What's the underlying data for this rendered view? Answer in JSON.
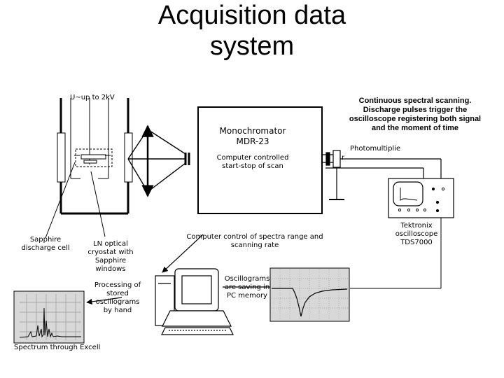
{
  "title": "Acquisition data\nsystem",
  "labels": {
    "voltage": "U~up to 2kV",
    "note": "Continuous spectral scanning.\nDischarge pulses trigger the\noscilloscope registering both signal\nand the moment of time",
    "monochromator": "Monochromator\nMDR-23",
    "computer_scan": "Computer controlled\nstart-stop of scan",
    "photomultiplier_a": "Photomultiplie",
    "photomultiplier_b": "r",
    "sapphire_cell": "Sapphire\ndischarge cell",
    "cryostat": "LN optical\ncryostat with\nSapphire\nwindows",
    "spectra_control": "Computer control of spectra range and\nscanning rate",
    "oscilloscope": "Tektronix\noscilloscope\nTDS7000",
    "processing": "Processing of\nstored\noscillograms\nby hand",
    "oscillograms_saving": "Oscillograms\nare saving in\nPC memory",
    "spectrum_excel": "Spectrum through Excell"
  },
  "colors": {
    "line": "#000000",
    "panel_gray": "#d8d8d8",
    "dotted": "#9a9a9a"
  }
}
